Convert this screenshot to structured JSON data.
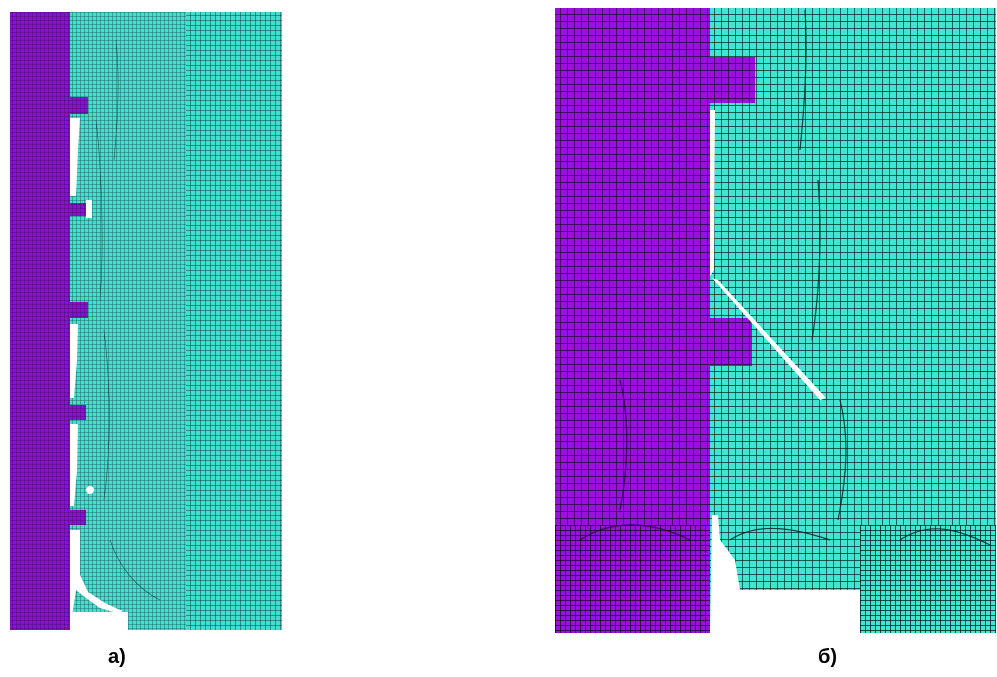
{
  "captions": {
    "a": "а)",
    "b": "б)"
  },
  "colors": {
    "solid_region": "#8a10d8",
    "fluid_region": "#3fe0d0",
    "mesh_line_dark": "#1a1a1a",
    "gap": "#ffffff"
  },
  "panels": [
    {
      "label": "а)",
      "regions": [
        "solid-mesh",
        "fluid-mesh",
        "gap-channel"
      ]
    },
    {
      "label": "б)",
      "regions": [
        "solid-mesh",
        "fluid-mesh",
        "inclined-slot",
        "bottom-cavity"
      ]
    }
  ]
}
